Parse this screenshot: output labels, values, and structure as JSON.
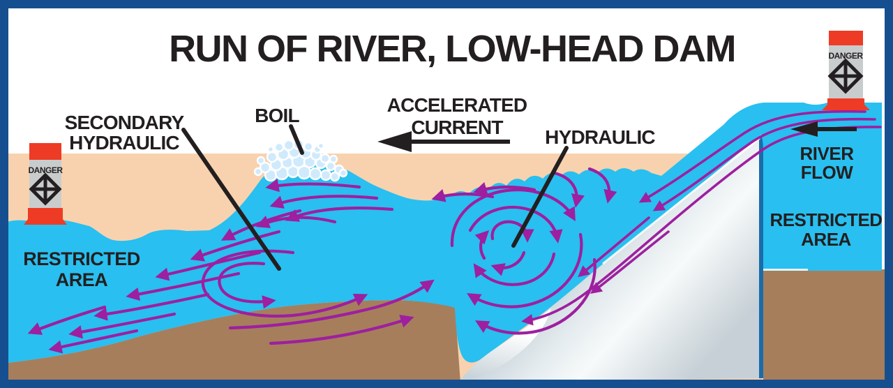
{
  "title": "RUN OF RIVER, LOW-HEAD DAM",
  "labels": {
    "secondary_hydraulic_line1": "SECONDARY",
    "secondary_hydraulic_line2": "HYDRAULIC",
    "boil": "BOIL",
    "accelerated_current_line1": "ACCELERATED",
    "accelerated_current_line2": "CURRENT",
    "hydraulic": "HYDRAULIC",
    "river_flow_line1": "RIVER",
    "river_flow_line2": "FLOW",
    "restricted_left_line1": "RESTRICTED",
    "restricted_left_line2": "AREA",
    "restricted_right_line1": "RESTRICTED",
    "restricted_right_line2": "AREA"
  },
  "buoys": {
    "left_label": "DANGER",
    "right_label": "DANGER"
  },
  "colors": {
    "border": "#164f90",
    "sky": "#ffffff",
    "bank_peach": "#f8d2ae",
    "water_cyan": "#29bff0",
    "riverbed_brown": "#a67e5c",
    "dam_gray": "#c5d0d6",
    "flow_arrow_purple": "#9e1f9f",
    "danger_red": "#ee3b25",
    "buoy_gray": "#c9cccd",
    "text_black": "#231f20"
  }
}
